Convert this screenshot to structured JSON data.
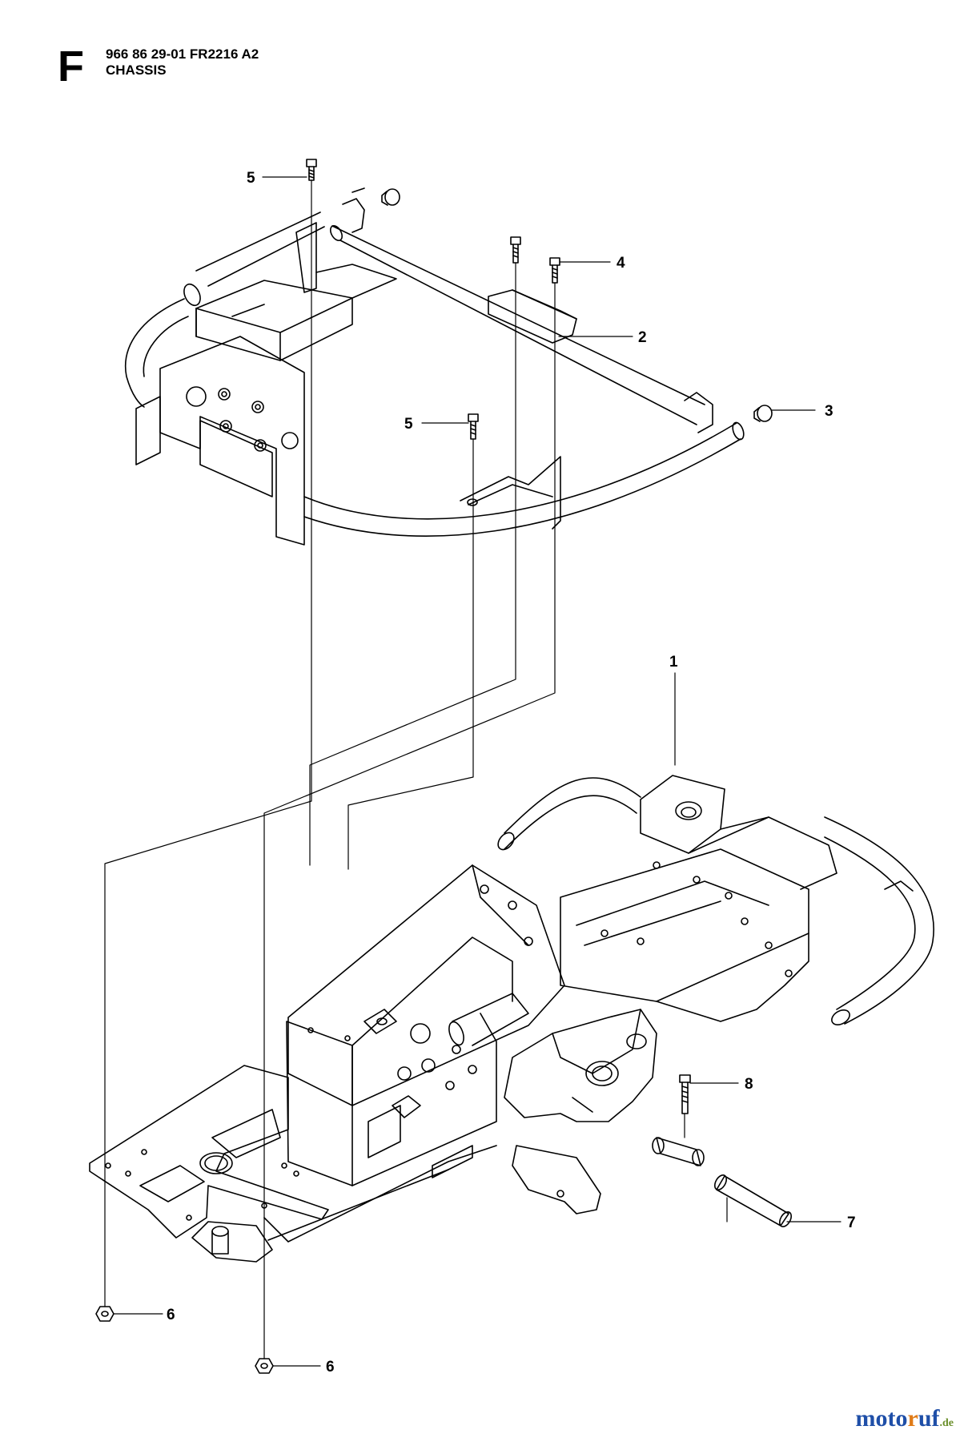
{
  "header": {
    "section_letter": "F",
    "part_number_line": "966 86 29-01 FR2216 A2",
    "title": "CHASSIS"
  },
  "callouts": [
    {
      "label": "5",
      "part": "upper-left-bolt"
    },
    {
      "label": "4",
      "part": "bolt"
    },
    {
      "label": "2",
      "part": "front-bumper-frame"
    },
    {
      "label": "3",
      "part": "end-cap"
    },
    {
      "label": "5",
      "part": "center-bolt"
    },
    {
      "label": "1",
      "part": "main-chassis"
    },
    {
      "label": "8",
      "part": "pivot-bolt"
    },
    {
      "label": "7",
      "part": "pivot-pin"
    },
    {
      "label": "6",
      "part": "lower-left-nut"
    },
    {
      "label": "6",
      "part": "lower-center-nut"
    }
  ],
  "watermark": {
    "part_a": "moto",
    "part_b": "r",
    "part_c": "uf",
    "suffix": ".de"
  },
  "colors": {
    "line": "#000000",
    "watermark_blue": "#1f4fa8",
    "watermark_orange": "#e07b18",
    "watermark_green": "#6a8f2a"
  }
}
